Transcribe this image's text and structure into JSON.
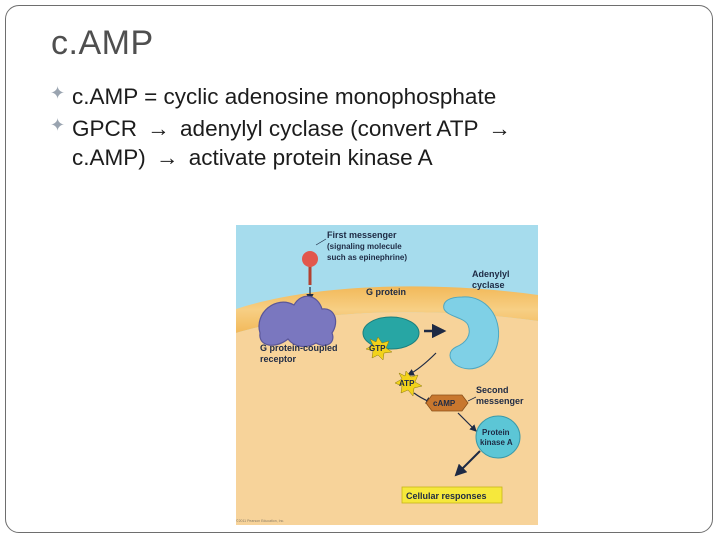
{
  "slide": {
    "title": "c.AMP",
    "bullets": [
      {
        "parts": [
          "c.AMP = cyclic adenosine monophosphate"
        ]
      },
      {
        "line1_a": "GPCR",
        "line1_b": "adenylyl cyclase (convert ATP",
        "line2_a": "c.AMP)",
        "line2_b": "activate protein kinase A"
      }
    ],
    "arrow_glyph": "→"
  },
  "figure": {
    "labels": {
      "first_messenger_1": "First messenger",
      "first_messenger_2": "(signaling molecule",
      "first_messenger_3": "such as epinephrine)",
      "g_protein": "G protein",
      "adenylyl_1": "Adenylyl",
      "adenylyl_2": "cyclase",
      "receptor_1": "G protein-coupled",
      "receptor_2": "receptor",
      "gtp": "GTP",
      "atp": "ATP",
      "camp": "cAMP",
      "second_1": "Second",
      "second_2": "messenger",
      "pka_1": "Protein",
      "pka_2": "kinase A",
      "cellular": "Cellular responses",
      "credit": "©2011 Pearson Education, Inc."
    },
    "colors": {
      "sky": "#a6dced",
      "membrane": "#f5c572",
      "cytoplasm": "#f7d39a",
      "receptor": "#7a77bf",
      "g_protein": "#27a6a4",
      "adenylyl": "#7fd0e6",
      "ligand": "#e2574c",
      "atp_star": "#f2d21b",
      "camp_box": "#c8772e",
      "pka": "#5cc6d6",
      "arrow": "#1e2a44"
    }
  }
}
